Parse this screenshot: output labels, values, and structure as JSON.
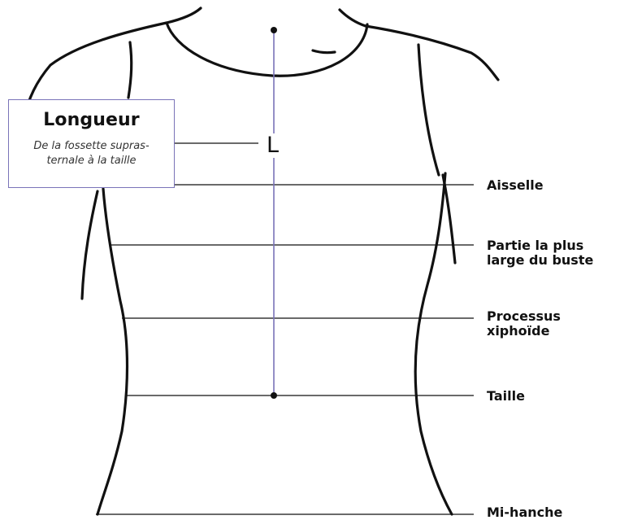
{
  "callout": {
    "title": "Longueur",
    "description": "De la fossette supras-\nternale à la taille"
  },
  "dimension": {
    "letter": "L"
  },
  "levels": {
    "armpit": "Aisselle",
    "bust": "Partie la plus\nlarge du buste",
    "xiphoid": "Processus\nxiphoïde",
    "waist": "Taille",
    "hip": "Mi-hanche"
  },
  "colors": {
    "outline": "#111111",
    "accent": "#7a73b8"
  }
}
